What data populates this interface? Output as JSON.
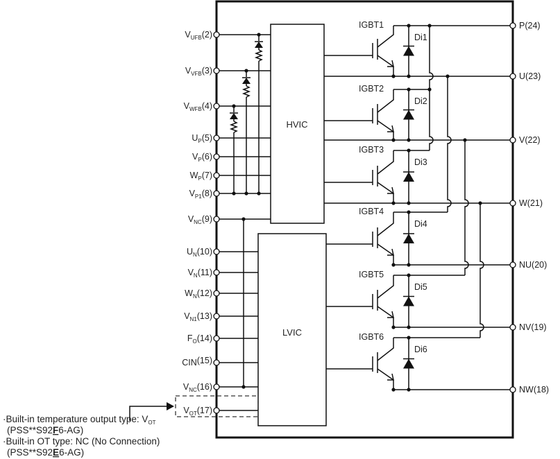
{
  "blocks": {
    "hvic": "HVIC",
    "lvic": "LVIC"
  },
  "left_pins": [
    {
      "main": "V",
      "sub": "UFB",
      "num": "(2)"
    },
    {
      "main": "V",
      "sub": "VFB",
      "num": "(3)"
    },
    {
      "main": "V",
      "sub": "WFB",
      "num": "(4)"
    },
    {
      "main": "U",
      "sub": "P",
      "num": "(5)"
    },
    {
      "main": "V",
      "sub": "P",
      "num": "(6)"
    },
    {
      "main": "W",
      "sub": "P",
      "num": "(7)"
    },
    {
      "main": "V",
      "sub": "P1",
      "num": "(8)"
    },
    {
      "main": "V",
      "sub": "NC",
      "num": "(9)"
    },
    {
      "main": "U",
      "sub": "N",
      "num": "(10)"
    },
    {
      "main": "V",
      "sub": "N",
      "num": "(11)"
    },
    {
      "main": "W",
      "sub": "N",
      "num": "(12)"
    },
    {
      "main": "V",
      "sub": "N1",
      "num": "(13)"
    },
    {
      "main": "F",
      "sub": "O",
      "num": "(14)"
    },
    {
      "main": "CIN",
      "sub": "",
      "num": "(15)"
    },
    {
      "main": "V",
      "sub": "NC",
      "num": "(16)"
    },
    {
      "main": "V",
      "sub": "OT",
      "num": "(17)"
    }
  ],
  "right_pins": [
    "P(24)",
    "U(23)",
    "V(22)",
    "W(21)",
    "NU(20)",
    "NV(19)",
    "NW(18)"
  ],
  "igbts": [
    {
      "label": "IGBT1",
      "diode": "Di1"
    },
    {
      "label": "IGBT2",
      "diode": "Di2"
    },
    {
      "label": "IGBT3",
      "diode": "Di3"
    },
    {
      "label": "IGBT4",
      "diode": "Di4"
    },
    {
      "label": "IGBT5",
      "diode": "Di5"
    },
    {
      "label": "IGBT6",
      "diode": "Di6"
    }
  ],
  "notes": {
    "line1": "·Built-in temperature output type: V",
    "line1_sub": "OT",
    "line2_pre": "(PSS**S92",
    "line2_key": "F",
    "line2_post": "6-AG)",
    "line3": "·Built-in OT type: NC (No Connection)",
    "line4_pre": "(PSS**S92",
    "line4_key": "E",
    "line4_post": "6-AG)"
  }
}
